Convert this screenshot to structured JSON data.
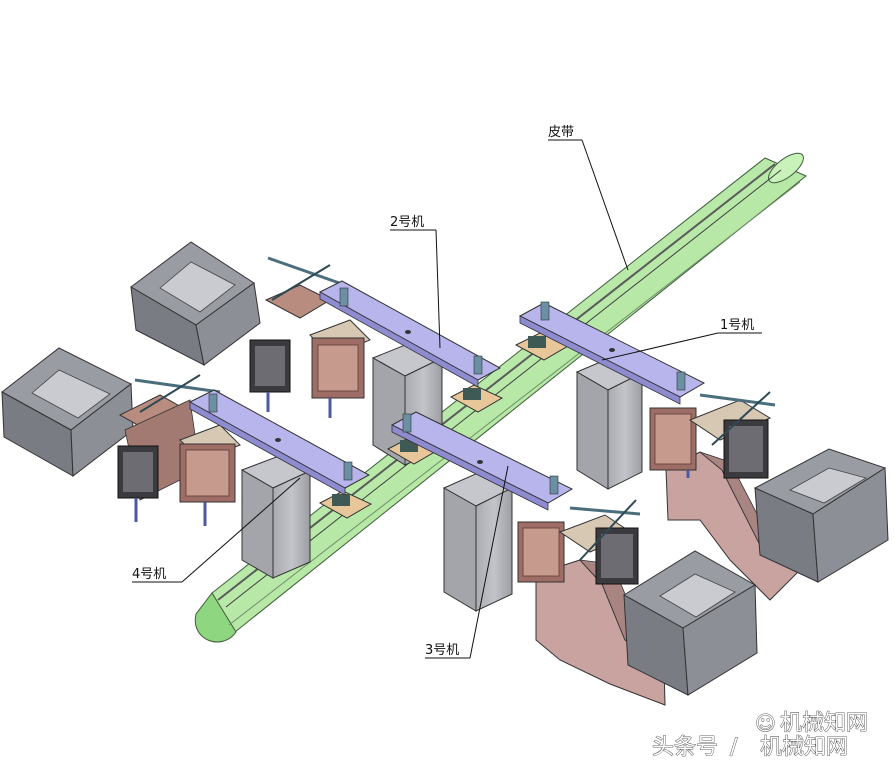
{
  "labels": {
    "belt": "皮带",
    "machine_1": "1号机",
    "machine_2": "2号机",
    "machine_3": "3号机",
    "machine_4": "4号机"
  },
  "watermark": {
    "channel": "机械知网",
    "platform_prefix": "头条号",
    "separator": "/",
    "platform_name": "机械知网"
  },
  "colors": {
    "belt": "#b7eaa8",
    "arm": "#b7b5ec",
    "pillar": "#b4b6bb",
    "bin": "#84858c",
    "chute": "#c8a3a0",
    "machine": "#b98c80"
  }
}
